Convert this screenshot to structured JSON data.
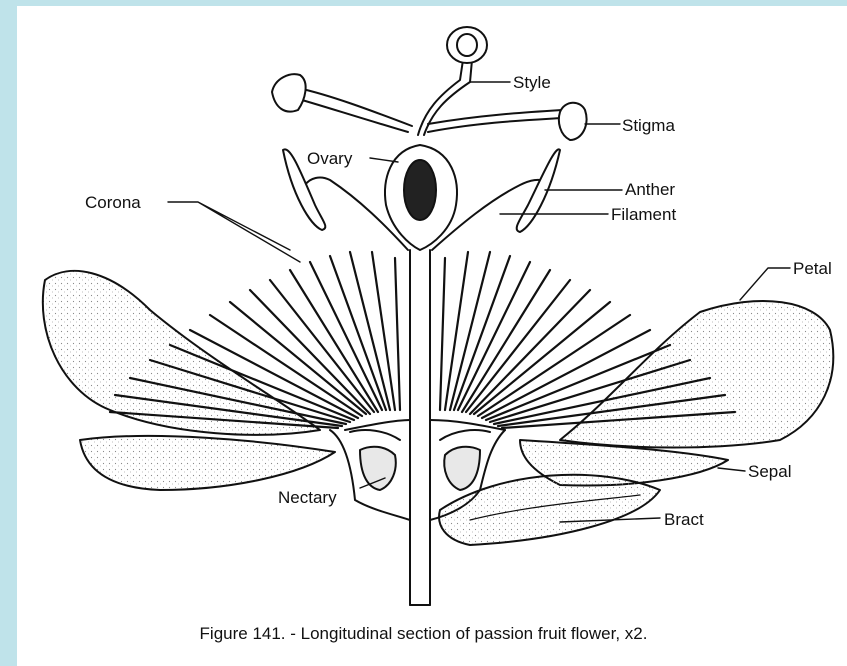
{
  "figure": {
    "caption": "Figure 141. - Longitudinal section of passion fruit flower, x2.",
    "labels": {
      "style": "Style",
      "stigma": "Stigma",
      "ovary": "Ovary",
      "anther": "Anther",
      "filament": "Filament",
      "corona": "Corona",
      "petal": "Petal",
      "sepal": "Sepal",
      "nectary": "Nectary",
      "bract": "Bract"
    }
  },
  "colors": {
    "background": "#bfe3ea",
    "panel": "#ffffff",
    "ink": "#111111"
  }
}
